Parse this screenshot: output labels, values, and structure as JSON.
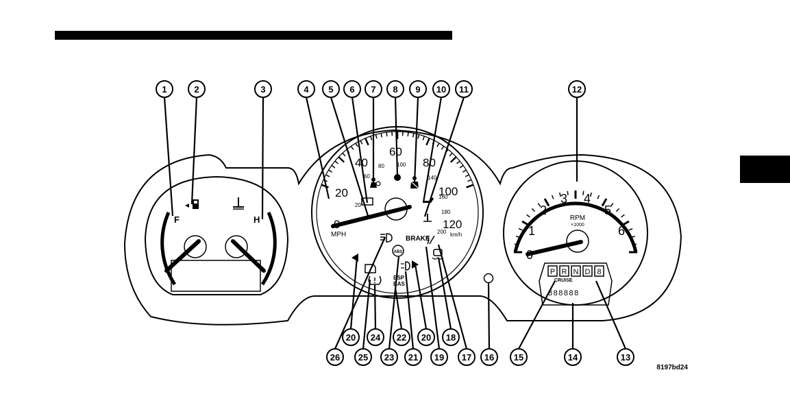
{
  "figure_code": "8197bd24",
  "callouts": [
    "1",
    "2",
    "3",
    "4",
    "5",
    "6",
    "7",
    "8",
    "9",
    "10",
    "11",
    "12",
    "13",
    "14",
    "15",
    "16",
    "17",
    "18",
    "19",
    "20",
    "20",
    "21",
    "22",
    "23",
    "24",
    "25",
    "26"
  ],
  "fuel_gauge": {
    "full_label": "F"
  },
  "temp_gauge": {
    "hot_label": "H"
  },
  "speedometer": {
    "mph_ticks": [
      "0",
      "20",
      "40",
      "60",
      "80",
      "100",
      "120"
    ],
    "kmh_ticks": [
      "20",
      "60",
      "80",
      "100",
      "140",
      "160",
      "180",
      "200"
    ],
    "mph_unit": "MPH",
    "kmh_unit": "km/h",
    "brake_label": "BRAKE",
    "abs_label": "ABS",
    "esp_label": "ESP",
    "bas_label": "BAS"
  },
  "tachometer": {
    "ticks": [
      "0",
      "1",
      "2",
      "3",
      "4",
      "5",
      "6"
    ],
    "unit": "RPM",
    "multiplier": "×1000",
    "gears": [
      "P",
      "R",
      "N",
      "D",
      "8"
    ],
    "cruise_label": "CRUISE",
    "odometer_digits": "888888"
  },
  "colors": {
    "ink": "#000000",
    "paper": "#ffffff",
    "tab": "#000000"
  }
}
